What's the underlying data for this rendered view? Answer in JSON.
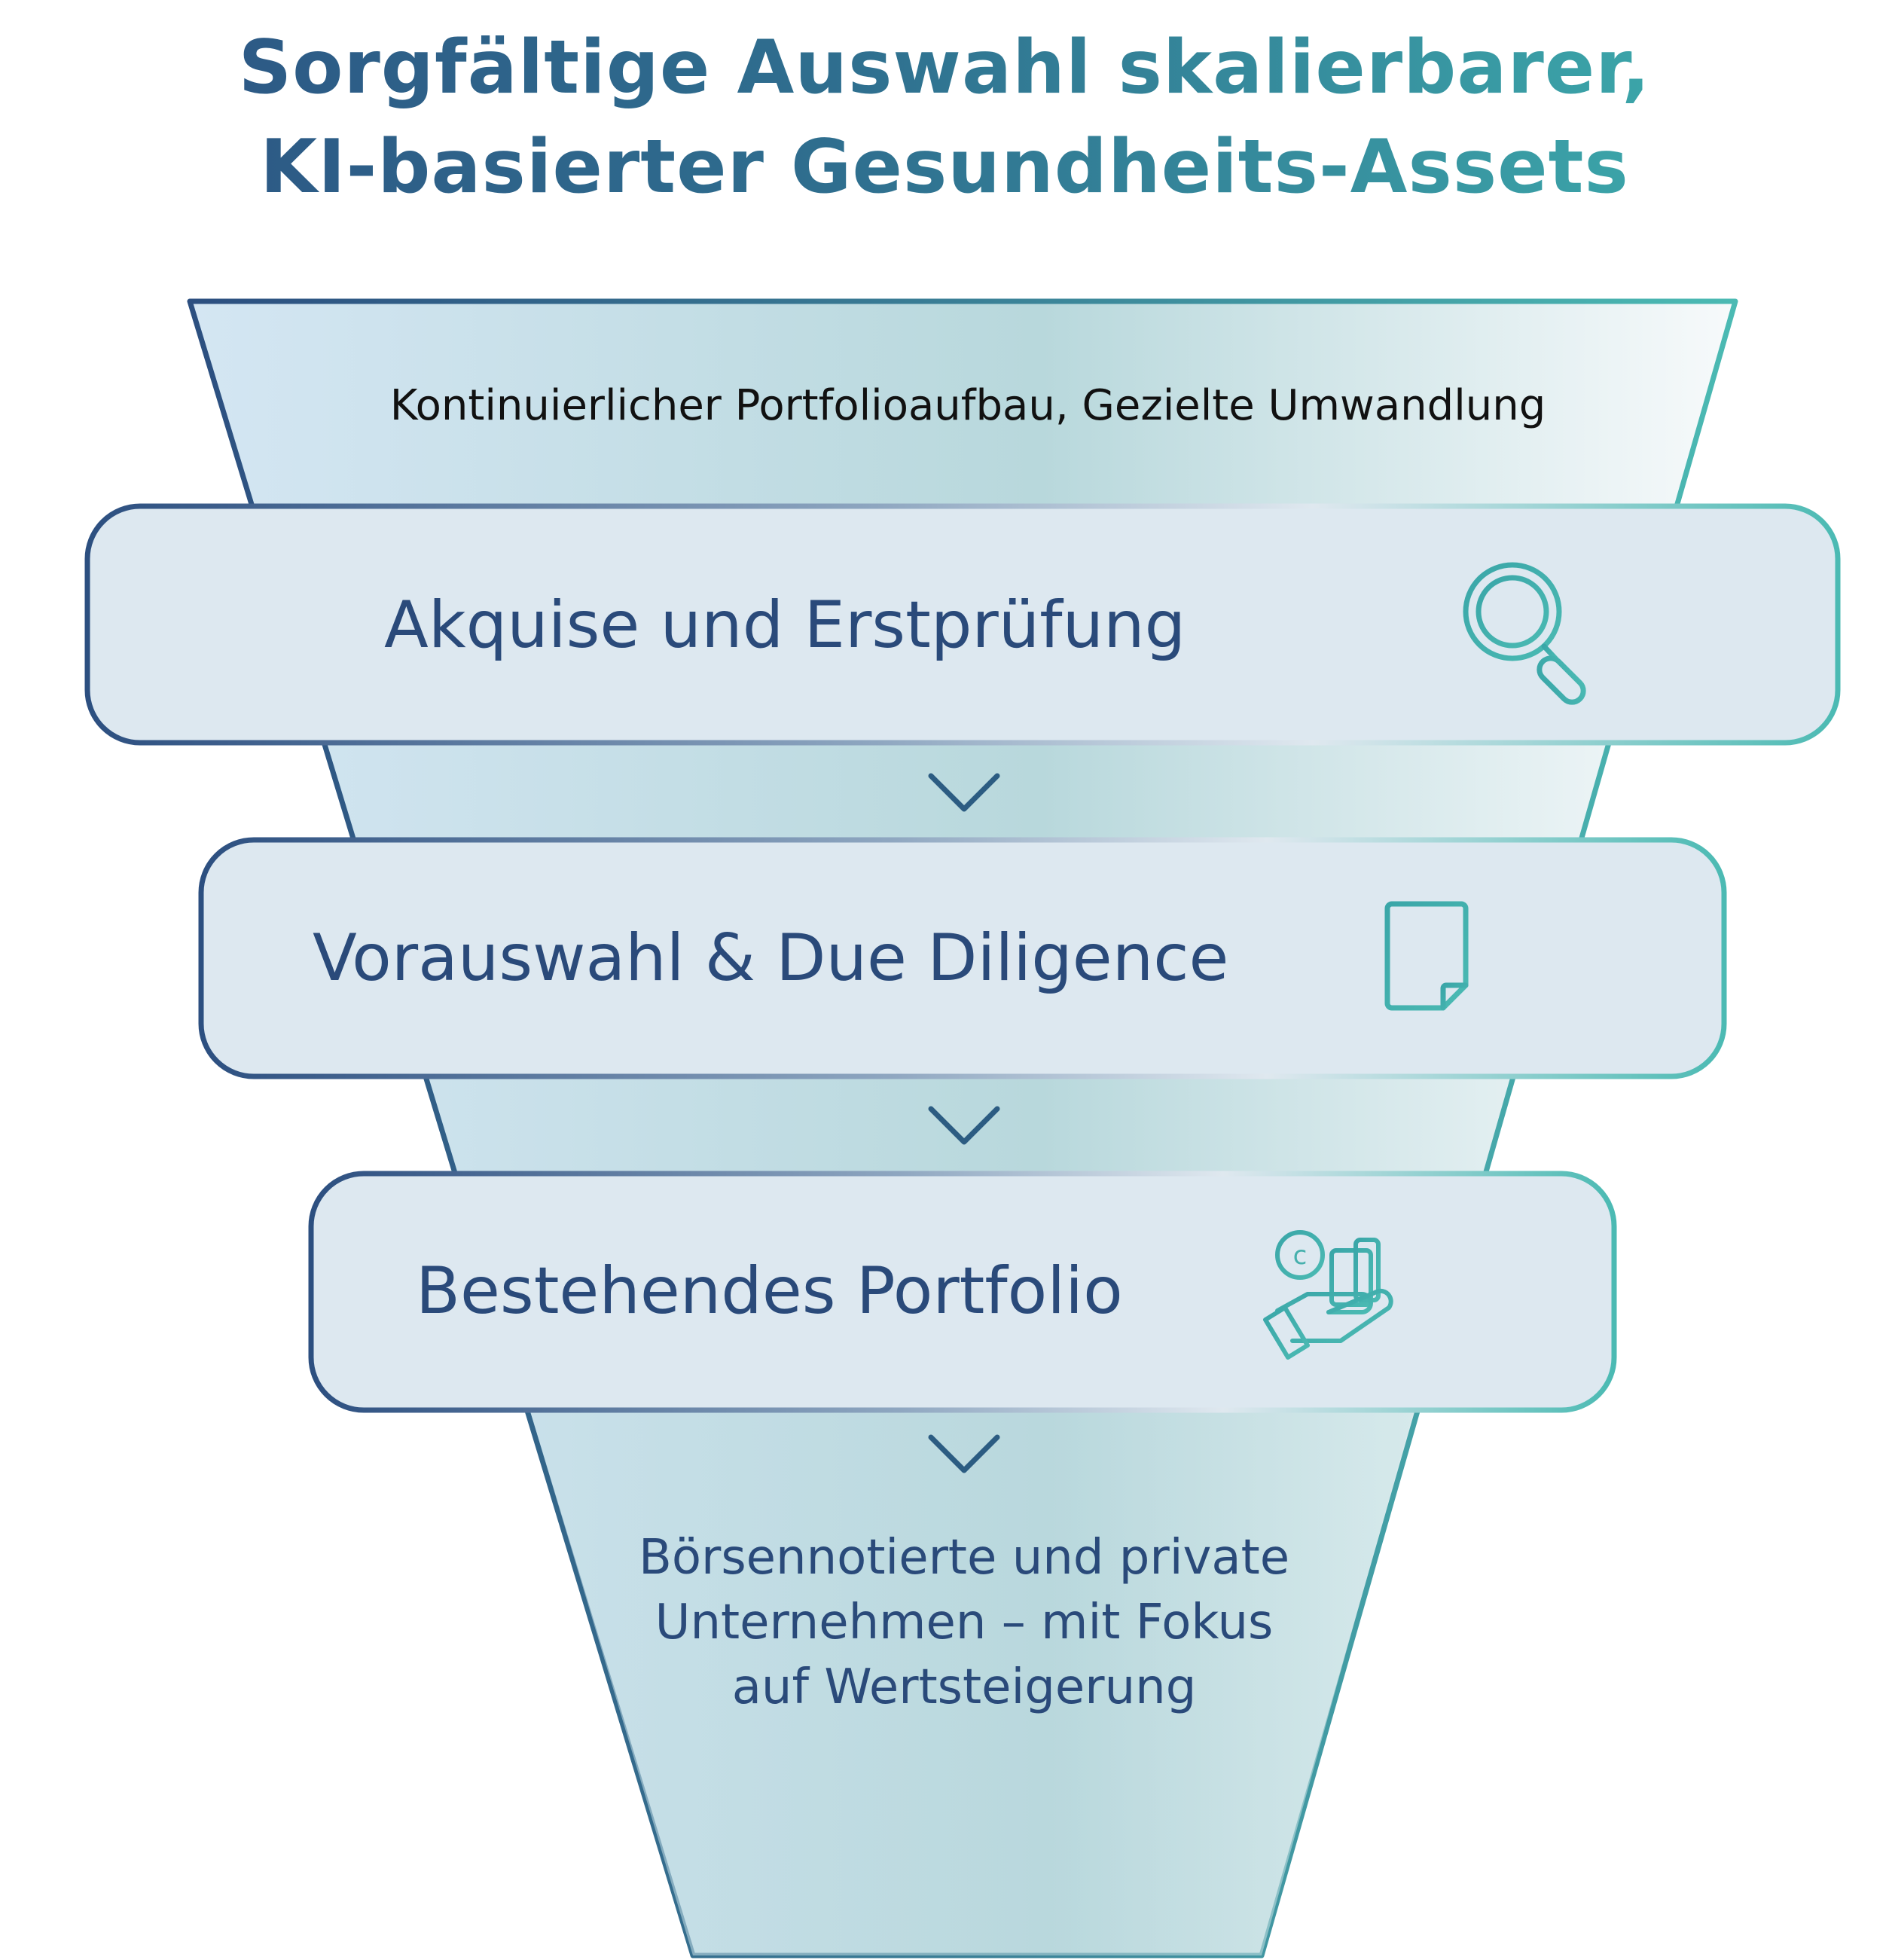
{
  "title": {
    "line1": "Sorgfältige Auswahl skalierbarer,",
    "line2": "KI-basierter Gesundheits-Assets"
  },
  "funnel": {
    "top_label": "Kontinuierlicher Portfolioaufbau, Gezielte Umwandlung",
    "stages": [
      {
        "label": "Akquise und Erstprüfung",
        "icon": "magnifier-icon"
      },
      {
        "label": "Vorauswahl & Due Diligence",
        "icon": "document-icon"
      },
      {
        "label": "Bestehendes Portfolio",
        "icon": "hand-coins-icon"
      }
    ],
    "bottom_text": "Börsennotierte und private Unternehmen – mit Fokus auf Wertsteigerung"
  },
  "colors": {
    "dark_blue": "#2c4f80",
    "teal": "#4bbab3",
    "box_fill": "#dde8f0",
    "funnel_fill_start": "#d3e5f1",
    "funnel_fill_mid": "#b9d8dc",
    "text_dark": "#2a4a7a"
  }
}
